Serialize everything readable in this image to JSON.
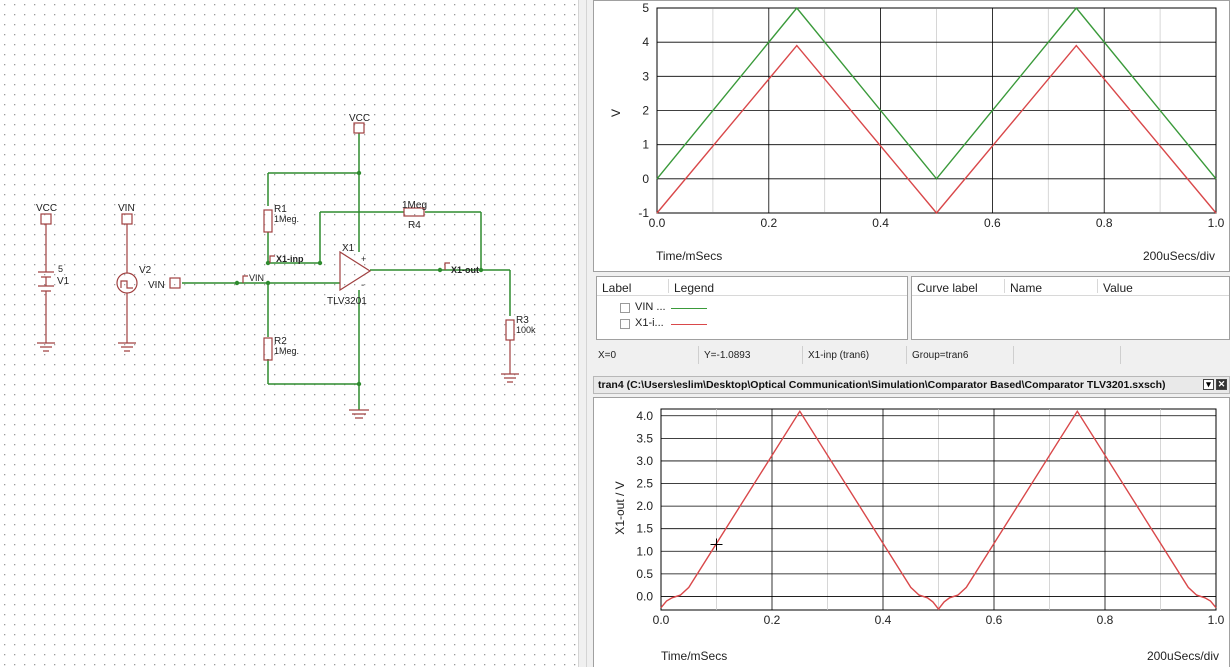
{
  "colors": {
    "schematic_wire": "#2e8b2e",
    "schematic_component": "#a04040",
    "series_vin": "#3a9a3a",
    "series_x1out": "#d9484a",
    "grid": "#000000"
  },
  "schematic": {
    "labels": {
      "vcc_top": "VCC",
      "vcc_left": "VCC",
      "vin_top": "VIN",
      "v1_value": "5",
      "v1_name": "V1",
      "v2_name": "V2",
      "vin_port": "VIN",
      "vin_probe": "VIN",
      "r1_name": "R1",
      "r1_value": "1Meg.",
      "r2_name": "R2",
      "r2_value": "1Meg.",
      "r4_value": "1Meg",
      "r4_name": "R4",
      "r3_name": "R3",
      "r3_value": "100k",
      "x1_name": "X1",
      "x1_part": "TLV3201",
      "x1inp_probe": "X1-inp",
      "x1out_probe": "X1-out",
      "opamp_plus": "+",
      "opamp_minus": "-"
    }
  },
  "top_chart": {
    "y_title": "V",
    "x_title": "Time/mSecs",
    "scale": "200uSecs/div"
  },
  "legend_table": {
    "headers": [
      "Label",
      "Legend"
    ],
    "rows": [
      {
        "label": "VIN ...",
        "color": "#3a9a3a"
      },
      {
        "label": "X1-i...",
        "color": "#d9484a"
      }
    ]
  },
  "curve_table": {
    "headers": [
      "Curve label",
      "Name",
      "Value"
    ]
  },
  "status": {
    "x": "X=0",
    "y": "Y=-1.0893",
    "curve": "X1-inp (tran6)",
    "group": "Group=tran6"
  },
  "bottom_window": {
    "title": "tran4 (C:\\Users\\eslim\\Desktop\\Optical Communication\\Simulation\\Comparator Based\\Comparator TLV3201.sxsch)",
    "buttons": [
      "▾",
      "✕"
    ]
  },
  "bottom_chart": {
    "y_title": "X1-out / V",
    "x_title": "Time/mSecs",
    "scale": "200uSecs/div"
  },
  "chart_data": [
    {
      "type": "line",
      "xlabel": "Time/mSecs",
      "ylabel": "V",
      "xlim": [
        0,
        1.0
      ],
      "ylim": [
        -1,
        5
      ],
      "x_ticks": [
        "0.0",
        "0.2",
        "0.4",
        "0.6",
        "0.8",
        "1.0"
      ],
      "y_ticks": [
        "-1",
        "0",
        "1",
        "2",
        "3",
        "4",
        "5"
      ],
      "grid": true,
      "series": [
        {
          "name": "VIN ...",
          "color": "#3a9a3a",
          "x": [
            0,
            0.25,
            0.5,
            0.75,
            1.0
          ],
          "y": [
            0,
            5,
            0,
            5,
            0
          ]
        },
        {
          "name": "X1-i...",
          "color": "#d9484a",
          "x": [
            0,
            0.25,
            0.5,
            0.75,
            1.0
          ],
          "y": [
            -1,
            3.9,
            -1,
            3.9,
            -1
          ]
        }
      ]
    },
    {
      "type": "line",
      "xlabel": "Time/mSecs",
      "ylabel": "X1-out / V",
      "xlim": [
        0,
        1.0
      ],
      "ylim": [
        -0.3,
        4.15
      ],
      "x_ticks": [
        "0.0",
        "0.2",
        "0.4",
        "0.6",
        "0.8",
        "1.0"
      ],
      "y_ticks": [
        "0.0",
        "0.5",
        "1.0",
        "1.5",
        "2.0",
        "2.5",
        "3.0",
        "3.5",
        "4.0"
      ],
      "grid": true,
      "series": [
        {
          "color": "#d9484a",
          "x": [
            0,
            0.01,
            0.02,
            0.035,
            0.05,
            0.25,
            0.45,
            0.465,
            0.48,
            0.49,
            0.5,
            0.51,
            0.52,
            0.535,
            0.55,
            0.75,
            0.95,
            0.965,
            0.98,
            0.99,
            1.0
          ],
          "y": [
            -0.25,
            -0.1,
            -0.03,
            0.03,
            0.2,
            4.1,
            0.2,
            0.03,
            -0.03,
            -0.12,
            -0.28,
            -0.12,
            -0.03,
            0.03,
            0.2,
            4.1,
            0.2,
            0.03,
            -0.03,
            -0.1,
            -0.25
          ]
        }
      ],
      "cursor": {
        "x": 0.1,
        "y": 1.15
      }
    }
  ]
}
